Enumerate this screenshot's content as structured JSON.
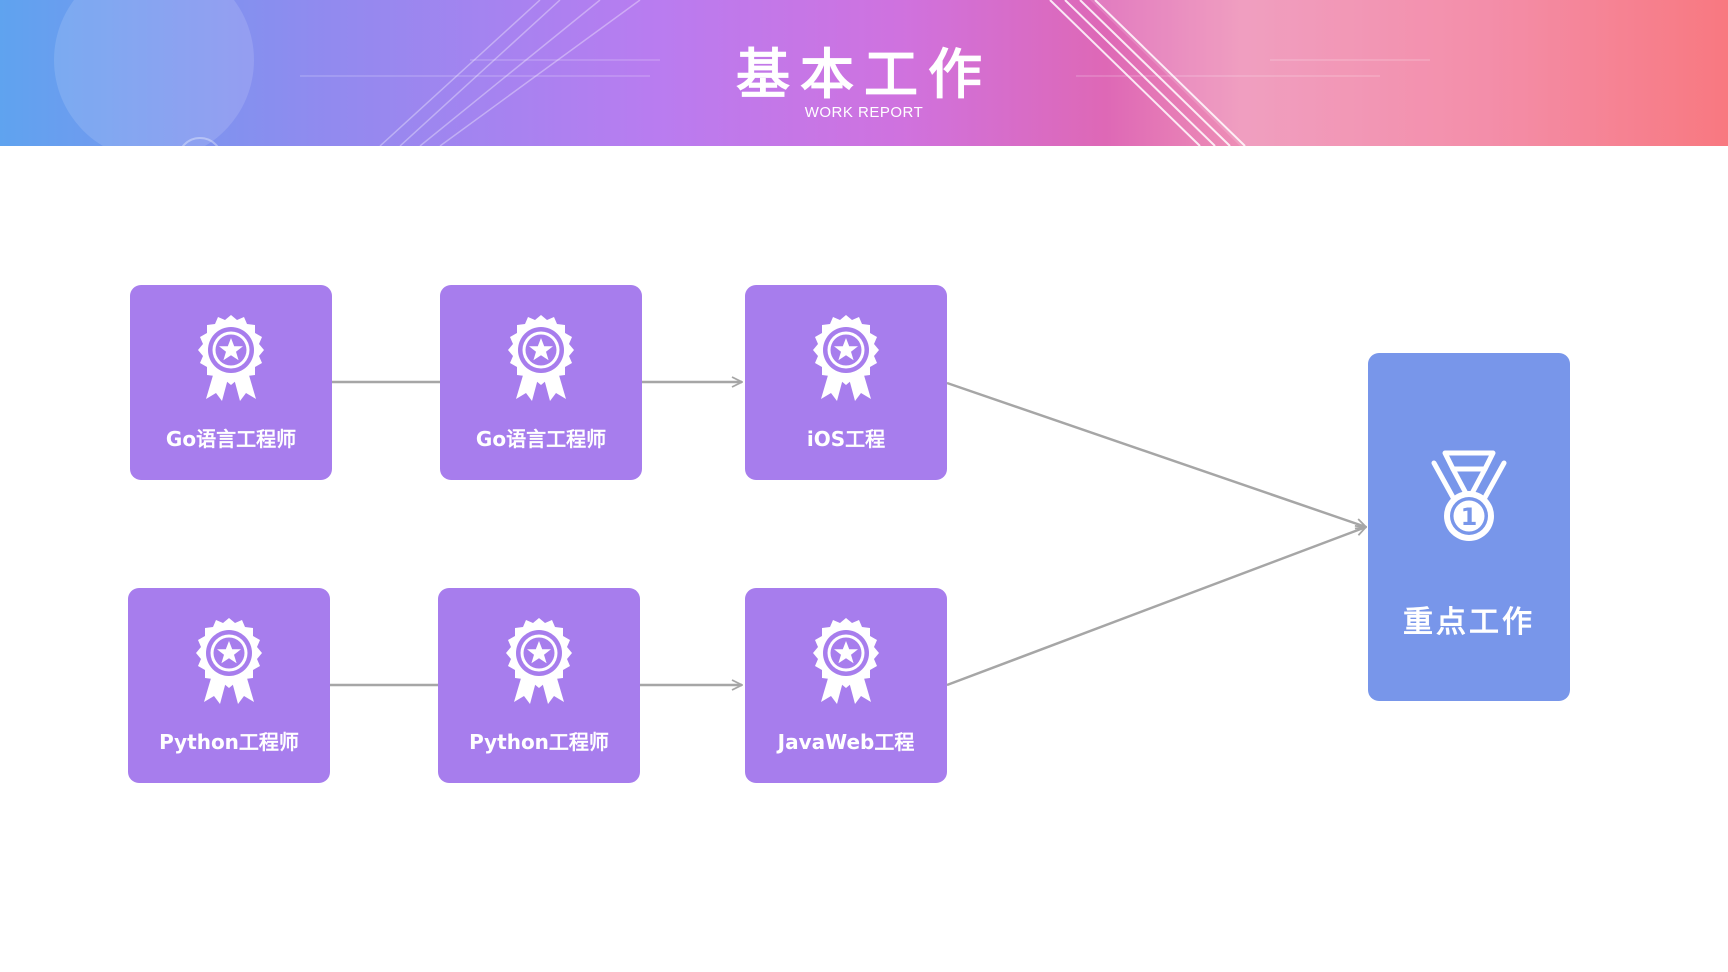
{
  "header": {
    "title": "基本工作",
    "subtitle": "WORK REPORT"
  },
  "diagram": {
    "top_row": [
      {
        "label": "Go语言工程师",
        "icon": "award-rosette-icon"
      },
      {
        "label": "Go语言工程师",
        "icon": "award-rosette-icon"
      },
      {
        "label": "iOS工程",
        "icon": "award-rosette-icon"
      }
    ],
    "bottom_row": [
      {
        "label": "Python工程师",
        "icon": "award-rosette-icon"
      },
      {
        "label": "Python工程师",
        "icon": "award-rosette-icon"
      },
      {
        "label": "JavaWeb工程",
        "icon": "award-rosette-icon"
      }
    ],
    "target": {
      "label": "重点工作",
      "icon": "first-place-medal-icon",
      "medal_number": "1"
    }
  },
  "colors": {
    "card": "#a77ded",
    "target_card": "#7896ea",
    "connector": "#a6a6a6"
  }
}
